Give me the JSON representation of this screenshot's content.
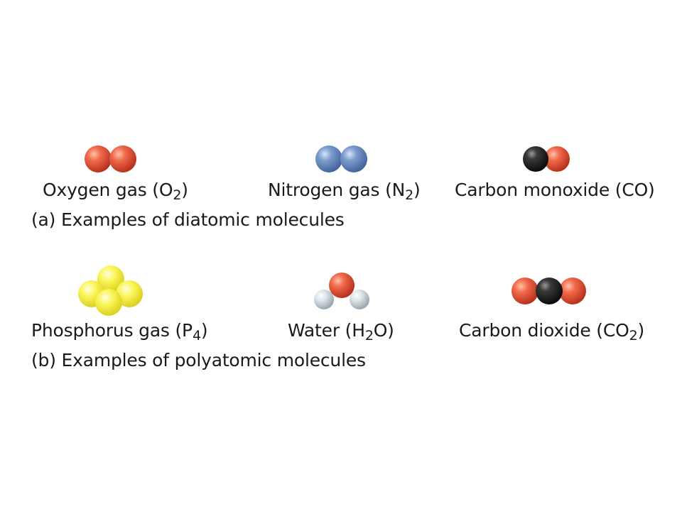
{
  "colors": {
    "oxygen": "#e8553e",
    "nitrogen": "#6f8fc2",
    "carbon": "#2a2a2a",
    "phosphorus": "#f4ef3c",
    "hydrogen": "#d6dde1"
  },
  "diatomic": {
    "caption": "(a) Examples of diatomic molecules",
    "oxygen": {
      "name": "Oxygen gas (O",
      "sub": "2",
      "close": ")",
      "atoms": [
        "oxygen",
        "oxygen"
      ]
    },
    "nitrogen": {
      "name": "Nitrogen gas (N",
      "sub": "2",
      "close": ")",
      "atoms": [
        "nitrogen",
        "nitrogen"
      ]
    },
    "carbon_monoxide": {
      "name": "Carbon monoxide (CO)",
      "atoms": [
        "carbon",
        "oxygen"
      ]
    }
  },
  "polyatomic": {
    "caption": "(b) Examples of polyatomic molecules",
    "phosphorus": {
      "name": "Phosphorus gas (P",
      "sub": "4",
      "close": ")",
      "atoms": [
        "phosphorus",
        "phosphorus",
        "phosphorus",
        "phosphorus"
      ]
    },
    "water": {
      "pre": "Water (H",
      "sub": "2",
      "post": "O)",
      "atoms": [
        "hydrogen",
        "oxygen",
        "hydrogen"
      ]
    },
    "carbon_dioxide": {
      "name": "Carbon dioxide (CO",
      "sub": "2",
      "close": ")",
      "atoms": [
        "oxygen",
        "carbon",
        "oxygen"
      ]
    }
  }
}
